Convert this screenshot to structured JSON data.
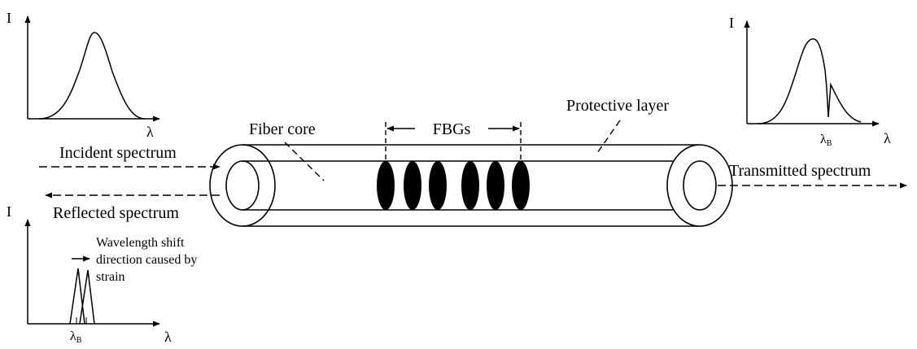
{
  "labels": {
    "fiber_core": "Fiber core",
    "fbgs": "FBGs",
    "protective_layer": "Protective layer",
    "incident": "Incident spectrum",
    "reflected": "Reflected spectrum",
    "transmitted": "Transmitted spectrum",
    "wavelength_shift": [
      "Wavelength shift",
      "direction caused by",
      "strain"
    ]
  },
  "axes": {
    "intensity": "I",
    "wavelength": "λ",
    "bragg_main": "λ",
    "bragg_sub": "B"
  },
  "style": {
    "line_color": "#000000",
    "grating_fill": "#000000"
  }
}
